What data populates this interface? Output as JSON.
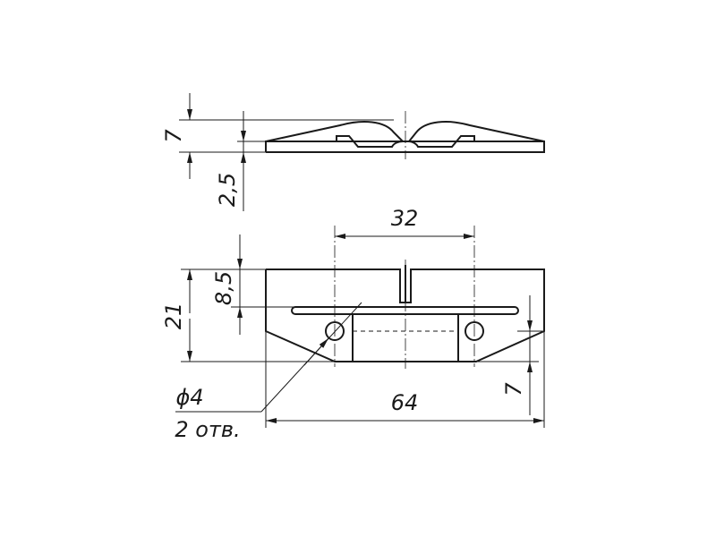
{
  "dimensions": {
    "side_height": "7",
    "side_thickness": "2,5",
    "hole_spacing": "32",
    "slot_depth": "8,5",
    "plan_height": "21",
    "overall_width": "64",
    "chamfer_height": "7",
    "hole_diameter": "ϕ4",
    "hole_count": "2 отв."
  },
  "colors": {
    "line": "#1a1a1a",
    "background": "#ffffff"
  }
}
